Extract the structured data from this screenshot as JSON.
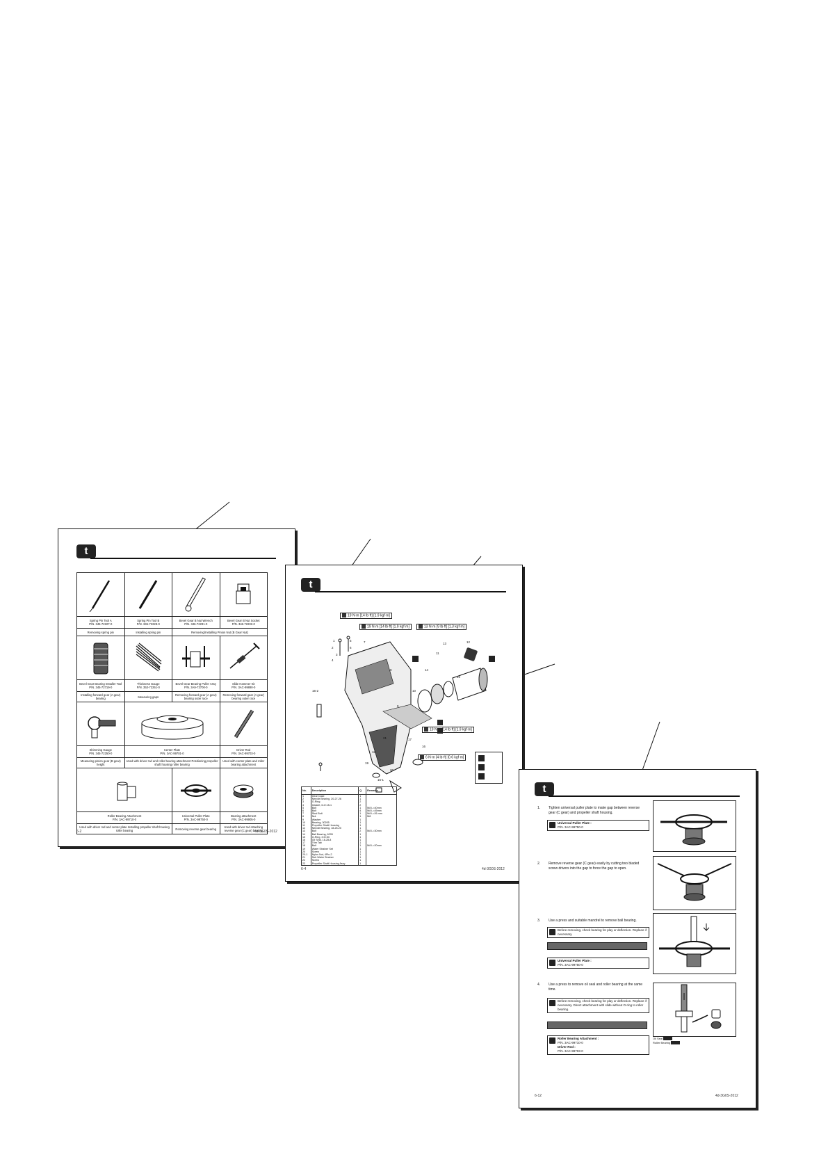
{
  "page1": {
    "header_icon": "service-tool-icon",
    "tools": [
      {
        "name": "Spring Pin Tool A",
        "pn": "P/N. 345-72227-0",
        "use": "Removing spring pin"
      },
      {
        "name": "Spring Pin Tool B",
        "pn": "P/N. 345-72228-0",
        "use": "Installing spring pin"
      },
      {
        "name": "Bevel Gear B Nut Wrench",
        "pn": "P/N. 346-72231-0",
        "use": "Removing/Installing Pinion Nut (B Gear Nut)"
      },
      {
        "name": "Bevel Gear B Nut Socket",
        "pn": "P/N. 346-72232-0",
        "use": ""
      },
      {
        "name": "Bevel Gear Bearing Installer Tool",
        "pn": "P/N. 345-72719-0",
        "use": "Installing forward gear (A gear) bearing"
      },
      {
        "name": "Thickness Gauge",
        "pn": "P/N. 353-72251-0",
        "use": "Measuring gaps"
      },
      {
        "name": "Bevel Gear Bearing Puller Assy",
        "pn": "P/N. 3A9-72700-0",
        "use": "Removing forward gear (A gear) bearing outer race"
      },
      {
        "name": "Slide Hammer Kit",
        "pn": "P/N. 3AC-99890-0",
        "use": "Removing forward gear (A gear) bearing outer race"
      },
      {
        "name": "Shimming Gauge",
        "pn": "P/N. 345-72250-0",
        "use": "Measuring pinion gear (B gear) height"
      },
      {
        "name": "Center Plate",
        "pn": "P/N. 3AC-99701-0",
        "use": "Used with driver rod and roller bearing attachment Positioning propeller shaft housing roller bearing"
      },
      {
        "name": "Driver Rod",
        "pn": "P/N. 3AC-99703-0",
        "use": "Used with center plate and roller bearing attachment"
      },
      {
        "name": "Roller Bearing Attachment",
        "pn": "P/N. 3AC-99710-0",
        "use": "Used with driver rod and center plate Installing propeller shaft housing roller bearing"
      },
      {
        "name": "Universal Puller Plate",
        "pn": "P/N. 3AC-99750-0",
        "use": "Removing reverse gear bearing"
      },
      {
        "name": "Bearing attachment",
        "pn": "P/N. 3AC-99905-0",
        "use": "Used with driver rod Attaching reverse gear (C gear) bearing"
      }
    ],
    "footer_left": "6-2",
    "footer_right": "4d-3G0S-2012"
  },
  "page2": {
    "torque": [
      "19 N·m [14 lb·ft] [1.9 kgf·m]",
      "19 N·m [14 lb·ft] [1.9 kgf·m]",
      "13 N·m [9 lb·ft] [1.3 kgf·m]",
      "19 N·m [14 lb·ft] [1.9 kgf·m]",
      "6 N·m [4 lb·ft] [0.6 kgf·m]"
    ],
    "callouts": [
      "1",
      "2",
      "3",
      "4",
      "5",
      "6",
      "7",
      "8",
      "9",
      "10",
      "11",
      "12",
      "13",
      "14",
      "15",
      "16",
      "16-1",
      "16-2",
      "17",
      "18",
      "19",
      "20",
      "21"
    ],
    "parts_headers": [
      "No.",
      "Description",
      "Q",
      "Remarks"
    ],
    "parts": [
      [
        "1",
        "Gear Case",
        "1",
        ""
      ],
      [
        "2",
        "Needle Bearing, 20-27-26",
        "1",
        ""
      ],
      [
        "3",
        "O-Ring",
        "2",
        ""
      ],
      [
        "4",
        "Gasket, 6.2×15-1",
        "2",
        ""
      ],
      [
        "5",
        "Bolt",
        "1",
        "M8 L=40mm"
      ],
      [
        "6",
        "Bolt",
        "4",
        "M8 L=45mm"
      ],
      [
        "7",
        "Stud Bolt",
        "1",
        "M8 L=26 mm"
      ],
      [
        "8",
        "Nut",
        "1",
        "M8"
      ],
      [
        "9",
        "Washer",
        "1",
        ""
      ],
      [
        "10",
        "Bearing, 30205",
        "1",
        ""
      ],
      [
        "11",
        "Propeller Shaft Housing",
        "1",
        ""
      ],
      [
        "12",
        "Needle Bearing, 18-25-20",
        "1",
        ""
      ],
      [
        "13",
        "Bolt",
        "2",
        "M8 L=30mm"
      ],
      [
        "14",
        "Ball Bearing, 6205",
        "1",
        ""
      ],
      [
        "15",
        "O-Ring, 3.5×53",
        "1",
        ""
      ],
      [
        "16",
        "Oil Seal, 18-28-8",
        "1",
        ""
      ],
      [
        "17",
        "Trim Tab",
        "1",
        ""
      ],
      [
        "18",
        "Bolt",
        "1",
        "M8 L=20mm"
      ],
      [
        "19",
        "Water Strainer Set",
        "1",
        ""
      ],
      [
        "20",
        "Screw",
        "1",
        ""
      ],
      [
        "20-1",
        "Nylon Nut, 4Pin-2",
        "1",
        ""
      ],
      [
        "21",
        "Sub Water Strainer",
        "1",
        ""
      ],
      [
        "22",
        "Screw",
        "1",
        ""
      ],
      [
        "23",
        "Propeller Shaft Housing Assy",
        "1",
        ""
      ]
    ],
    "footer_left": "6-4",
    "footer_right": "4d-3G0S-2012"
  },
  "page3": {
    "steps": [
      {
        "num": "1.",
        "text": "Tighten universal puller plate to make gap between reverse gear (C gear) and propeller shaft housing."
      },
      {
        "num": "2.",
        "text": "Remove reverse gear (C gear) easily by cutting two bladed screw drivers into the gap to force the gap to open."
      },
      {
        "num": "3.",
        "text": "Use a press and suitable mandrel to remove ball bearing."
      },
      {
        "num": "4.",
        "text": "Use a press to remove oil seal and roller bearing at the same time."
      }
    ],
    "tool_box_1": {
      "title": "Universal Puller Plate :",
      "pn": "P/N. 3AC-99750-0"
    },
    "note_3": "Before removing, check bearing for play or deflection. Replace if necessary.",
    "tool_box_3": {
      "title": "Universal Puller Plate :",
      "pn": "P/N. 3AC-99750-0"
    },
    "note_4": "Before removing, check bearing for play or deflection. Replace if necessary. Direct attachment with slide without O-ring to roller bearing.",
    "tool_box_4": {
      "title1": "Roller Bearing Attachment :",
      "pn1": "P/N. 3AC-99710-0",
      "title2": "Driver Rod :",
      "pn2": "P/N. 3AC-99703-0"
    },
    "fig_labels": [
      "Oil Seal",
      "Roller Bearing"
    ],
    "footer_left": "6-12",
    "footer_right": "4d-3G0S-2012"
  },
  "colors": {
    "ink": "#111111",
    "chip": "#222222",
    "bar": "#666666"
  }
}
